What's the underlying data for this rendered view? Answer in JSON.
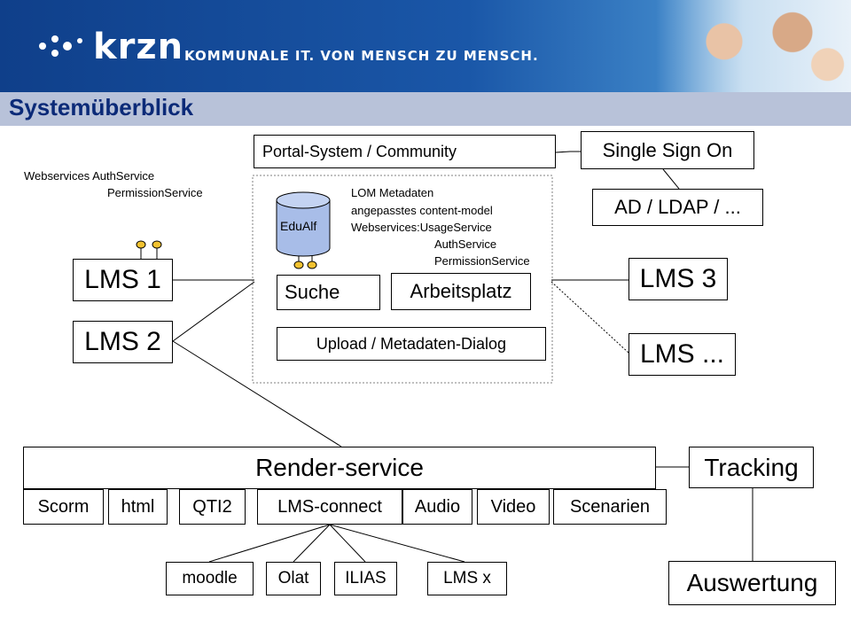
{
  "header": {
    "logo": "krzn",
    "slogan": "KOMMUNALE IT. VON MENSCH ZU MENSCH.",
    "title": "Systemüberblick"
  },
  "portal": {
    "title": "Portal-System / Community",
    "db_label": "EduAlf",
    "search": "Suche",
    "workspace": "Arbeitsplatz",
    "upload": "Upload / Metadaten-Dialog",
    "meta_notes": [
      "LOM Metadaten",
      "angepasstes content-model",
      "Webservices:UsageService",
      "AuthService",
      "PermissionService"
    ]
  },
  "auth": {
    "sso": "Single Sign On",
    "directory": "AD / LDAP / ..."
  },
  "webservices_note": [
    "Webservices AuthService",
    "PermissionService"
  ],
  "lms": {
    "lms1": "LMS 1",
    "lms2": "LMS 2",
    "lms3": "LMS 3",
    "lms_more": "LMS ..."
  },
  "render": {
    "title": "Render-service",
    "modules": [
      "Scorm",
      "html",
      "QTI2",
      "LMS-connect",
      "Audio",
      "Video",
      "Scenarien"
    ]
  },
  "connectors": [
    "moodle",
    "Olat",
    "ILIAS",
    "LMS x"
  ],
  "tracking": "Tracking",
  "evaluation": "Auswertung",
  "colors": {
    "header_blue": "#1a57a8",
    "title_bar": "#b8c2d9",
    "title_text": "#0b2a78",
    "plug_yellow": "#f2c230"
  }
}
